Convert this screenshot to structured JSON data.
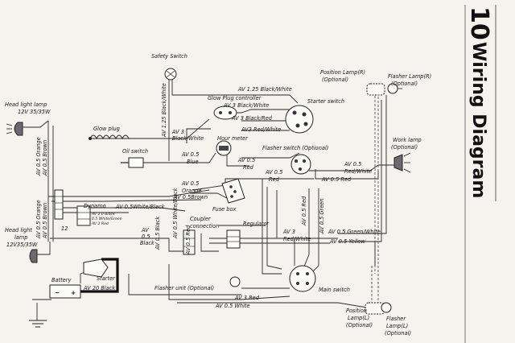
{
  "section": {
    "number": "10",
    "title": "Wiring Diagram"
  },
  "components": {
    "safety_switch": "Safety Switch",
    "head_light_lamp_top": "Head light lamp",
    "head_light_spec_top": "12V 35/35W",
    "head_light_lamp_bottom_1": "Head light",
    "head_light_lamp_bottom_2": "lamp",
    "head_light_spec_bottom": "12V35/35W",
    "glow_plug": "Glow plug",
    "oil_switch": "Oil switch",
    "glow_plug_controller": "Glow Plug controller",
    "starter_switch": "Starter switch",
    "hour_meter": "Hour meter",
    "flasher_switch": "Flasher switch (Optional)",
    "position_lamp_r": "Position Lamp(R)",
    "position_lamp_r_opt": "(Optional)",
    "flasher_lamp_r": "Flasher Lamp(R)",
    "flasher_lamp_r_opt": "(Optional)",
    "work_lamp": "Work lamp",
    "work_lamp_opt": "(Optional)",
    "dynamo": "Dynamo",
    "fuse_box": "Fuse box",
    "coupler_1": "Coupler",
    "coupler_2": "connection",
    "regulator": "Regulator",
    "starter": "Starter",
    "battery": "Battery",
    "flasher_unit": "Flasher unit (Optional)",
    "main_switch": "Main switch",
    "position_lamp_l_1": "Position",
    "position_lamp_l_2": "Lamp(L)",
    "position_lamp_l_opt": "(Optional)",
    "flasher_lamp_l_1": "Flasher",
    "flasher_lamp_l_2": "Lamp(L)",
    "flasher_lamp_l_opt": "(Optional)"
  },
  "wires": {
    "w1": "AV 1.25 Black/White",
    "w2": "AV 3 Black/White",
    "w3": "AV 3 Black/Red",
    "w4": "AV3 Red/White",
    "w5": "AV 1.25 Black/White",
    "w6a": "AV 3",
    "w6b": "Black/White",
    "w7a": "AV 0.5",
    "w7b": "Blue",
    "w8a": "AV 0.5",
    "w8b": "Red",
    "w9a": "AV 0.5",
    "w9b": "Red/White",
    "w10": "AV 0.5 Red",
    "w11a": "AV 0.5",
    "w11b": "Red",
    "w12a": "AV 0.5",
    "w12b": "Orange",
    "w13": "AV 0.5Brown",
    "w14": "AV 0.5White/Black",
    "w15": "AV 0.5 Orange",
    "w16": "AV 0.5 Brown",
    "w17": "AV 0.5 Orange",
    "w18": "AV 0.5 Brown",
    "w19": "AV 0.5 Red",
    "w20": "AV 0.5 Green",
    "w21": "AV 0.5 Green/White",
    "w22": "AV 0.5 Yellow",
    "w23a": "AV 3",
    "w23b": "Red/White",
    "w24": "AV 20  Black",
    "w25": "AV 3 Red",
    "w26": "AV 0.5 White",
    "w27": "AV 0.5 White/Black",
    "w28": "AV 0.5 Red",
    "w29a": "AV",
    "w29b": "0.5",
    "w29c": "Black",
    "w30": "AV 0.5 Black",
    "dyn1": "AV 2.0 Black",
    "dyn2": "0.5 White/Green",
    "dyn3": "AV 2 Red",
    "pin12": "12"
  }
}
